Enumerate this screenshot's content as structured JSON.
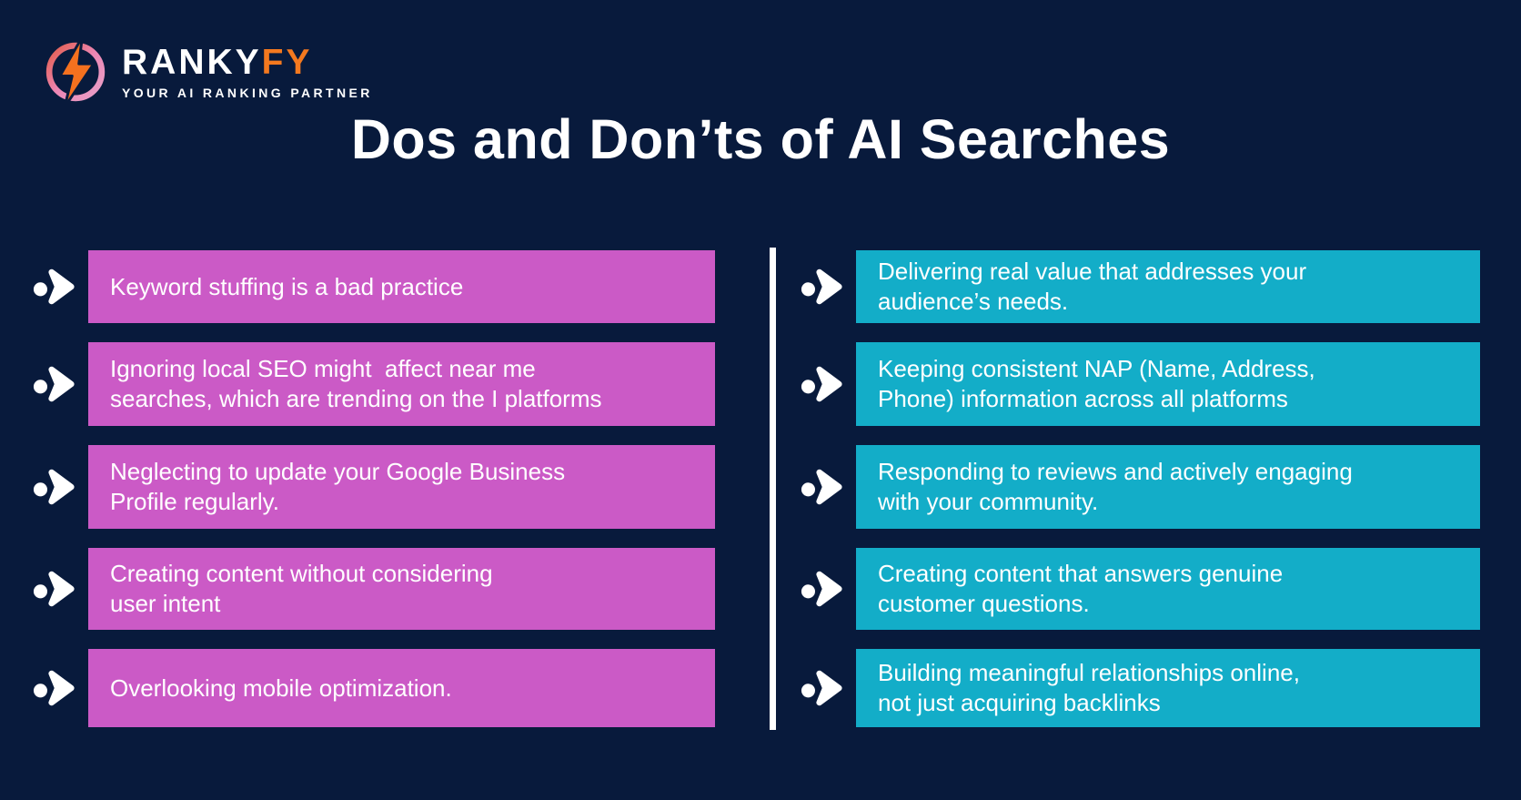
{
  "brand": {
    "logo_mark": "lightning-bolt-in-gradient-ring",
    "name_primary": "RANKY",
    "name_accent": "FY",
    "tagline": "YOUR AI RANKING PARTNER"
  },
  "title": "Dos and Don’ts of AI Searches",
  "colors": {
    "background": "#081a3c",
    "dont_box": "#cb5ac6",
    "do_box": "#13adc8",
    "accent_orange": "#f4711f",
    "divider": "#ffffff",
    "text": "#ffffff"
  },
  "donts": {
    "items": [
      {
        "lines": [
          "Keyword stuffing is a bad practice"
        ]
      },
      {
        "lines": [
          "Ignoring local SEO might  affect near me",
          "searches, which are trending on the I platforms"
        ]
      },
      {
        "lines": [
          "Neglecting to update your Google Business",
          "Profile regularly."
        ]
      },
      {
        "lines": [
          "Creating content without considering",
          "user intent"
        ]
      },
      {
        "lines": [
          "Overlooking mobile optimization."
        ]
      }
    ]
  },
  "dos": {
    "items": [
      {
        "lines": [
          "Delivering real value that addresses your",
          "audience’s needs."
        ]
      },
      {
        "lines": [
          "Keeping consistent NAP (Name, Address,",
          "Phone) information across all platforms"
        ]
      },
      {
        "lines": [
          "Responding to reviews and actively engaging",
          "with your community."
        ]
      },
      {
        "lines": [
          "Creating content that answers genuine",
          "customer questions."
        ]
      },
      {
        "lines": [
          "Building meaningful relationships online,",
          "not just acquiring backlinks"
        ]
      }
    ]
  }
}
